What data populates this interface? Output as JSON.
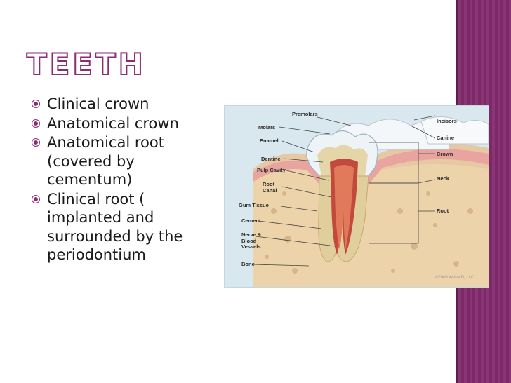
{
  "title": "TEETH",
  "bullets": [
    "Clinical crown",
    "Anatomical crown",
    "Anatomical root\n(covered by\ncementum)",
    "Clinical root (\nimplanted and\nsurrounded by the\nperiodontium"
  ],
  "figure": {
    "labels": {
      "premolars": "Premolars",
      "incisors": "Incisors",
      "molars": "Molars",
      "canine": "Canine",
      "enamel": "Enamel",
      "dentine": "Dentine",
      "crown": "Crown",
      "pulp_cavity": "Pulp Cavity",
      "neck": "Neck",
      "root_canal": "Root\nCanal",
      "gum_tissue": "Gum Tissue",
      "root": "Root",
      "cement": "Cement",
      "nerve": "Nerve &\nBlood\nVessels",
      "bone": "Bone"
    },
    "copyright": "©2009 WebMD, LLC"
  },
  "colors": {
    "accent": "#8a2d74",
    "stripe": "#7a2a66",
    "figure_bg": "#d9e8ef"
  }
}
